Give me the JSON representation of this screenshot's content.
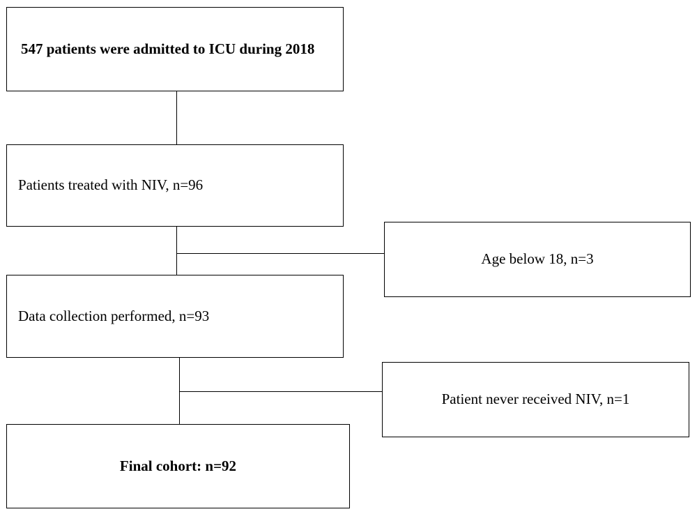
{
  "flowchart": {
    "admitted": "547 patients were admitted to ICU during 2018",
    "treated_niv": "Patients treated with NIV, n=96",
    "exclusion_age": "Age below 18, n=3",
    "data_collection": "Data collection performed, n=93",
    "exclusion_no_niv": "Patient never received NIV, n=1",
    "final_cohort": "Final cohort: n=92"
  }
}
